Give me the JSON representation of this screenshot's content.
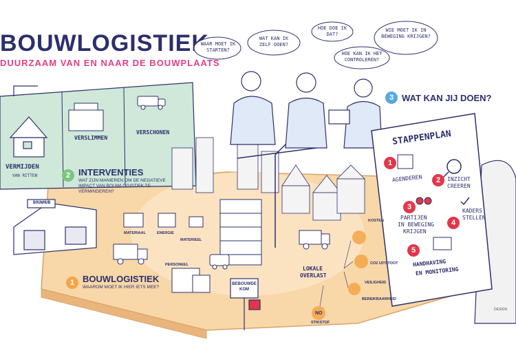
{
  "header": {
    "title": "BOUWLOGISTIEK",
    "subtitle": "DUURZAAM VAN EN NAAR DE BOUWPLAATS"
  },
  "thought_bubbles": [
    "WAAR MOET IK STARTEN?",
    "WAT KAN IK ZELF DOEN?",
    "HOE DOE IK DAT?",
    "HOE KAN IK HET CONTROLEREN?",
    "WIE MOET IK IN BEWEGING KRIJGEN?"
  ],
  "panel": {
    "vermijden_1": "VERMIJDEN",
    "vermijden_2": "VAN RITTEN",
    "verslimmen": "VERSLIMMEN",
    "verschonen": "VERSCHONEN"
  },
  "sections": {
    "s1": {
      "number": "1",
      "title": "BOUWLOGISTIEK",
      "subtitle": "WAAROM MOET IK HIER IETS MEE?"
    },
    "s2": {
      "number": "2",
      "title": "INTERVENTIES",
      "subtitle": "WAT ZIJN MANIEREN OM DE NEGATIEVE IMPACT VAN BOUWLOGISTIEK TE VERMINDEREN?"
    },
    "s3": {
      "number": "3",
      "title": "WAT KAN JIJ DOEN?"
    }
  },
  "hub_label": "BOUWHUB",
  "scene_labels": {
    "materiaal_1": "MATERIAAL",
    "energie": "ENERGIE",
    "materieel": "MATERIEEL",
    "personeel": "PERSONEEL"
  },
  "impact": {
    "kosten": "KOSTEN",
    "co2": "CO2 UITSTOOT",
    "lokale_1": "LOKALE",
    "lokale_2": "OVERLAST",
    "veiligheid": "VEILIGHEID",
    "bereikbaarheid": "BEREIKBAARHEID",
    "stikstof": "STIKSTOF",
    "no_text": "NO"
  },
  "sign": {
    "line1": "BEBOUWDE",
    "line2": "KOM"
  },
  "stappenplan": {
    "title": "STAPPENPLAN",
    "steps": [
      {
        "num": "1",
        "label": "AGENDEREN"
      },
      {
        "num": "2",
        "label_1": "INZICHT",
        "label_2": "CREEREN"
      },
      {
        "num": "3",
        "label_1": "PARTIJEN",
        "label_2": "IN BEWEGING",
        "label_3": "KRIJGEN"
      },
      {
        "num": "4",
        "label_1": "KADERS",
        "label_2": "STELLEN"
      },
      {
        "num": "5",
        "label_1": "HANDHAVING",
        "label_2": "EN MONITORING"
      }
    ]
  },
  "credit": "DESIGN",
  "colors": {
    "navy": "#2b2f6b",
    "pink": "#e23e84",
    "orange": "#f5a54a",
    "green": "#7cc47f",
    "blue": "#5aa9dd",
    "red": "#e2374a",
    "table": "#f8d7a8",
    "panel": "#cfe8d9"
  }
}
